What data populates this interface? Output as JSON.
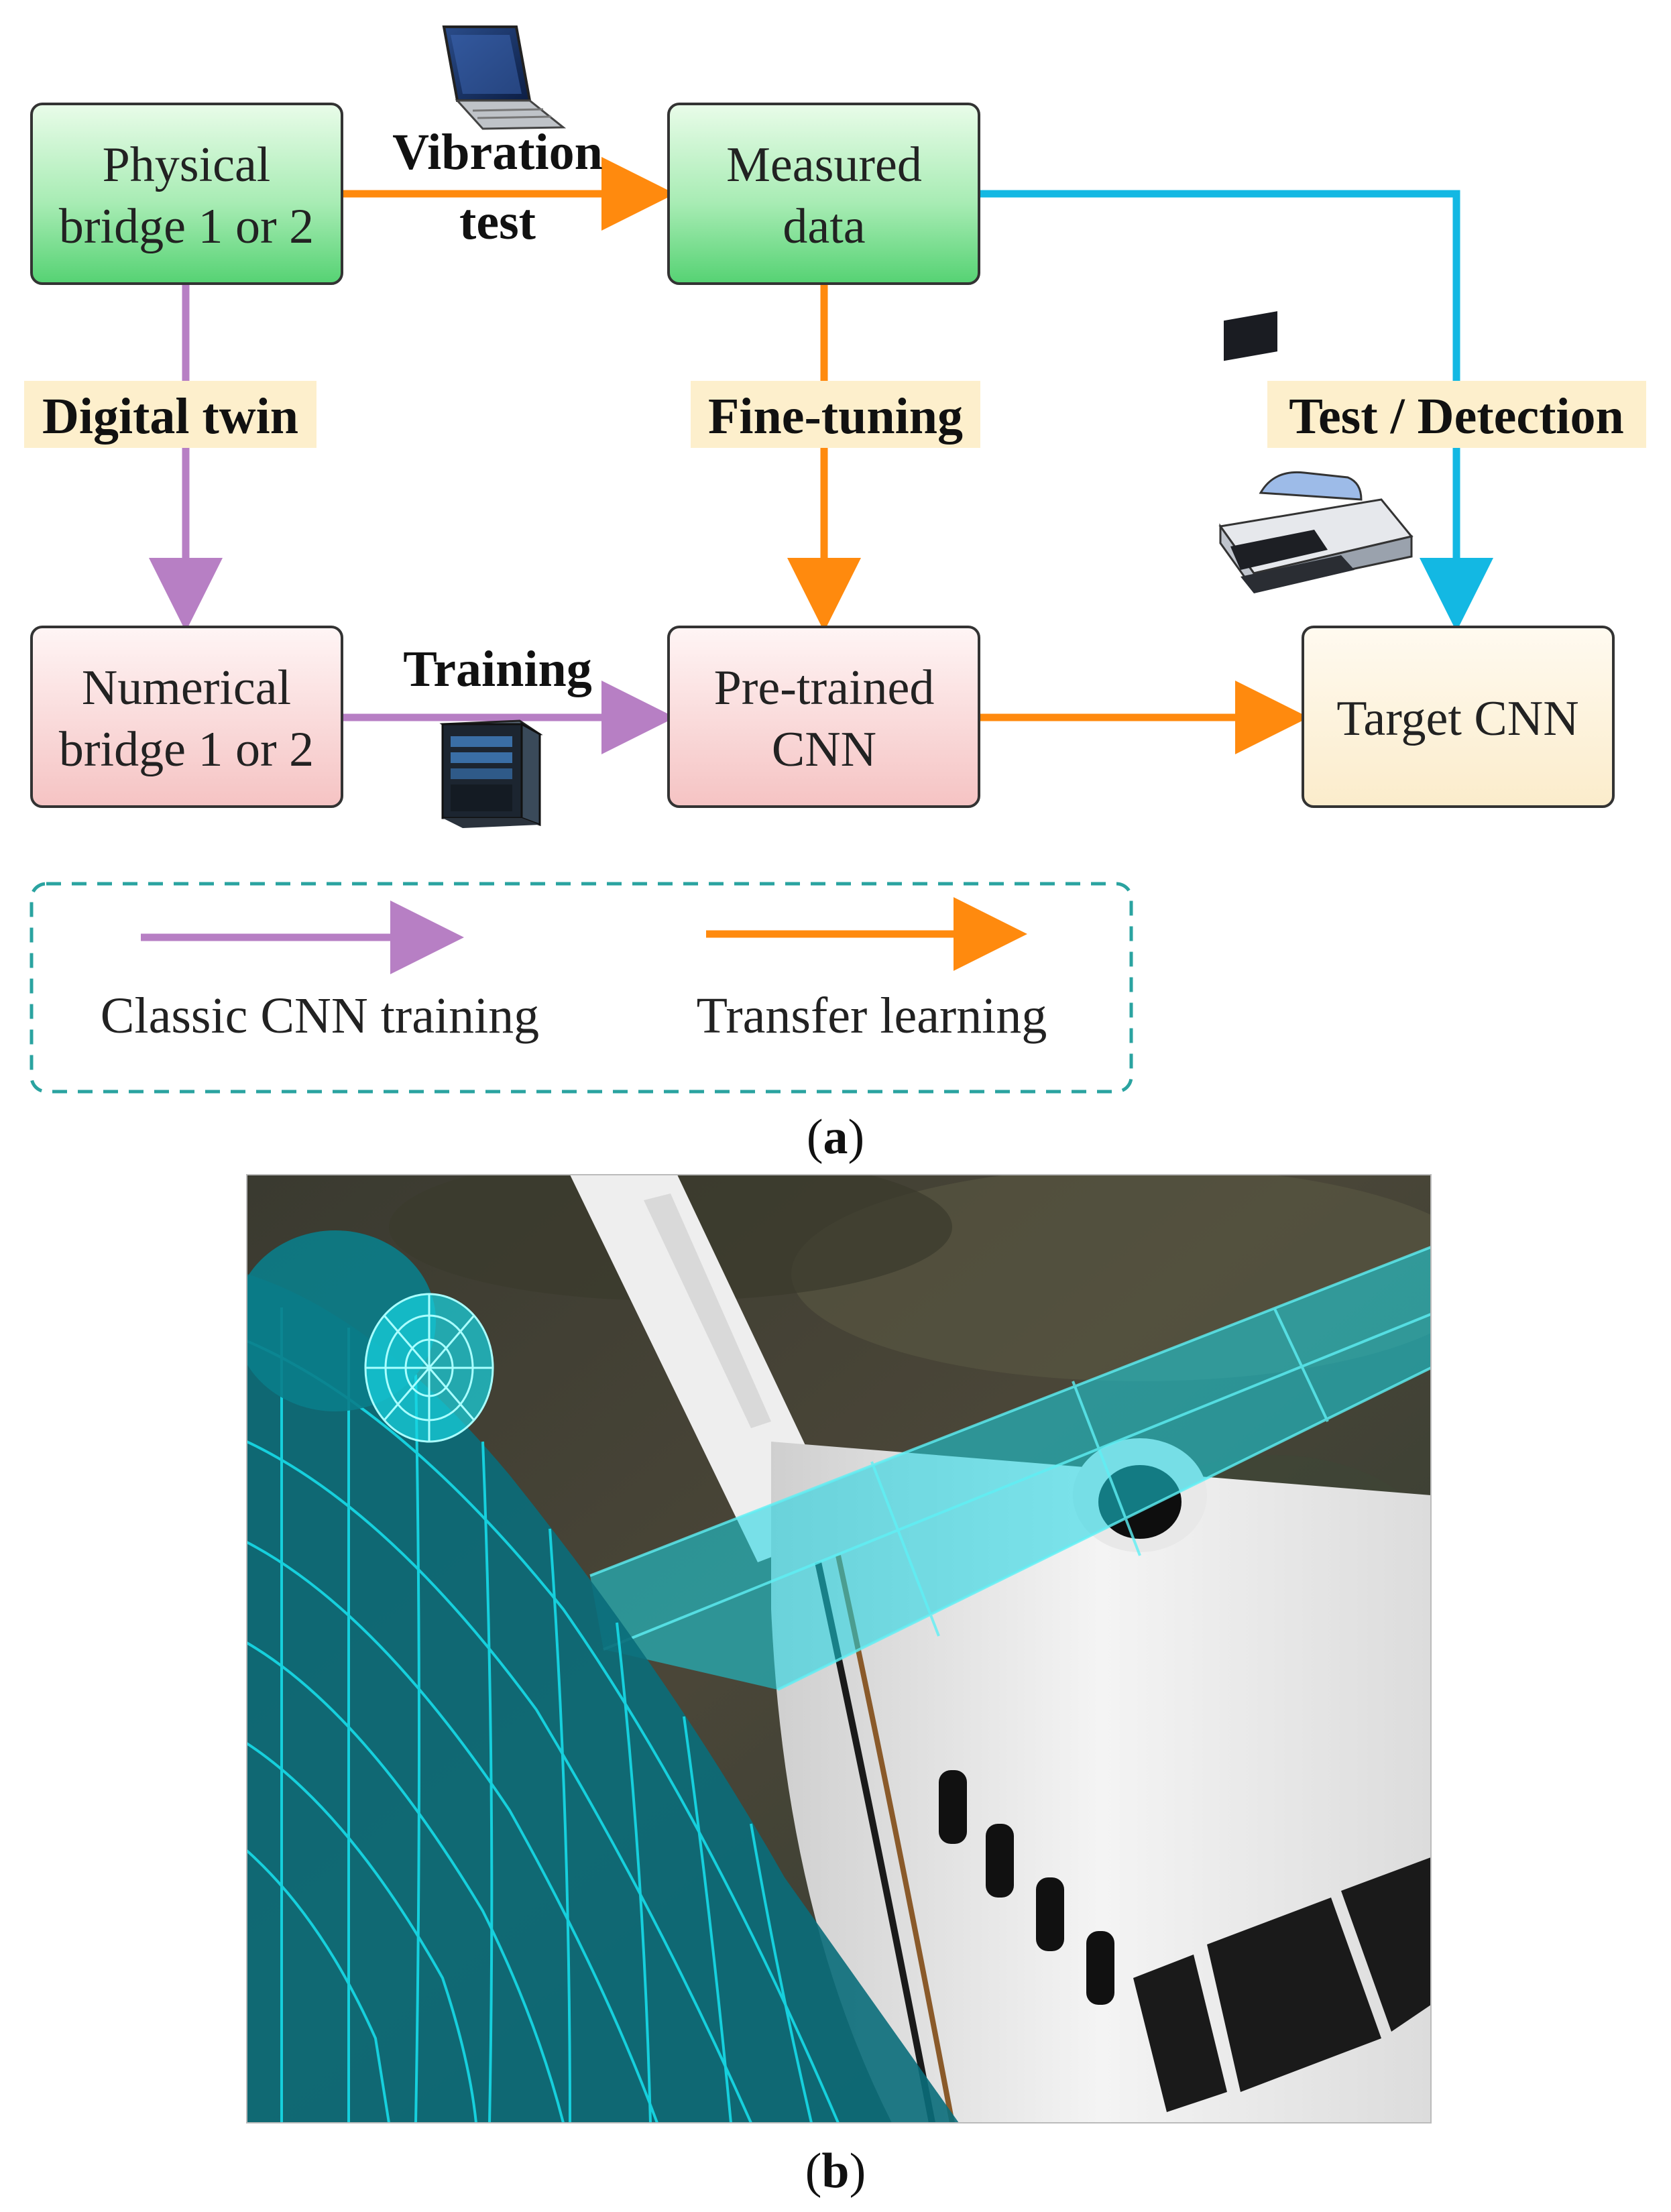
{
  "panel_a": {
    "nodes": {
      "physical_bridge": {
        "line1": "Physical",
        "line2": "bridge 1 or 2"
      },
      "measured_data": {
        "line1": "Measured",
        "line2": "data"
      },
      "numerical_bridge": {
        "line1": "Numerical",
        "line2": "bridge 1 or 2"
      },
      "pretrained_cnn": {
        "line1": "Pre-trained",
        "line2": "CNN"
      },
      "target_cnn": {
        "label": "Target CNN"
      }
    },
    "edges": {
      "vibration_test": {
        "line1": "Vibration",
        "line2": "test"
      },
      "digital_twin": "Digital twin",
      "fine_tuning": "Fine-tuning",
      "test_detection": "Test / Detection",
      "training": "Training"
    },
    "icons": [
      "laptop-icon",
      "printer-icon",
      "server-tower-icon"
    ],
    "legend": {
      "classic": "Classic CNN training",
      "transfer": "Transfer learning"
    },
    "caption": {
      "open": "(",
      "letter": "a",
      "close": ")"
    }
  },
  "panel_b": {
    "image": "airplane with cyan wireframe digital-twin overlay",
    "caption": {
      "open": "(",
      "letter": "b",
      "close": ")"
    }
  },
  "colors": {
    "purple": "#b77fc4",
    "orange": "#ff8a0e",
    "cyan": "#13b8e3",
    "green_top": "#e7fbe7",
    "green_bottom": "#5fd67a",
    "pink_top": "#fff3f3",
    "pink_bottom": "#f4c4c4",
    "cream": "#fdf3d9",
    "label_bg": "#fdefcc",
    "legend_border": "#2aa3a0",
    "wireframe": "#17d6e3"
  }
}
